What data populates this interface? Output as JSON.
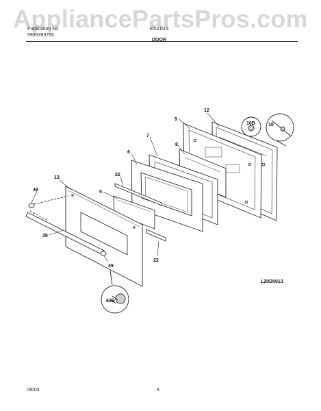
{
  "watermark": "AppliancePartsPros.com",
  "header": {
    "left_line1": "Publication No",
    "left_line2": "5995393765",
    "model": "ES31GS",
    "section": "DOOR"
  },
  "diagram": {
    "callouts": {
      "c12": "12",
      "c9": "9",
      "c10b": "10B",
      "c10": "10",
      "c7": "7",
      "c8": "8",
      "c6": "6",
      "c22a": "22",
      "c5": "5",
      "c13": "13",
      "c49a": "49",
      "c39": "39",
      "c49b": "49",
      "c22b": "22",
      "c60b": "60B"
    },
    "art_code": "L20D0013"
  },
  "footer": {
    "date": "08/03",
    "page": "8"
  }
}
